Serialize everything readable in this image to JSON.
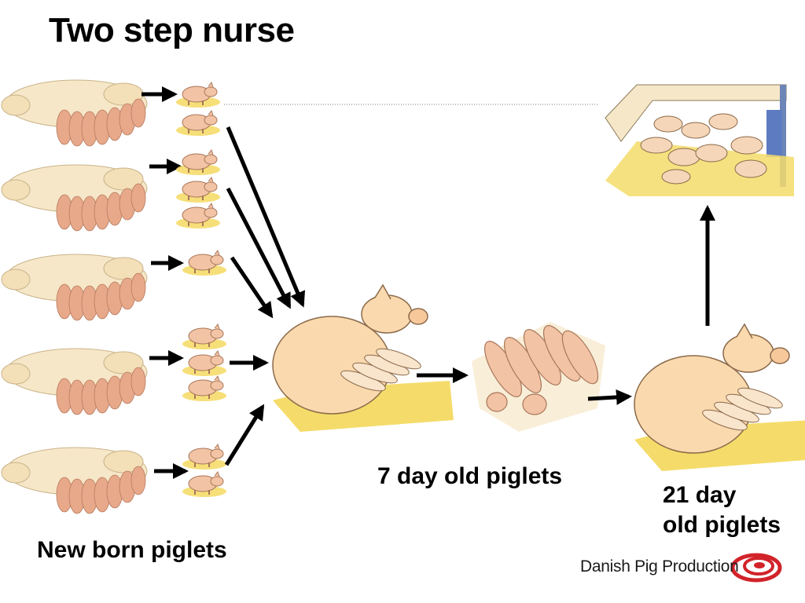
{
  "slide": {
    "title": "Two step nurse",
    "labels": {
      "newborn": "New born piglets",
      "seven_day": "7 day old piglets",
      "twenty_one_day_line1": "21 day",
      "twenty_one_day_line2": "old piglets"
    },
    "logo": {
      "text": "Danish Pig Production",
      "color": "#d2232a"
    }
  },
  "colors": {
    "sow_body": "#f6e7c8",
    "piglet": "#f2c3a4",
    "nurse_sow": "#fbd9ae",
    "straw": "#f5dc6a",
    "arrow": "#000000"
  }
}
